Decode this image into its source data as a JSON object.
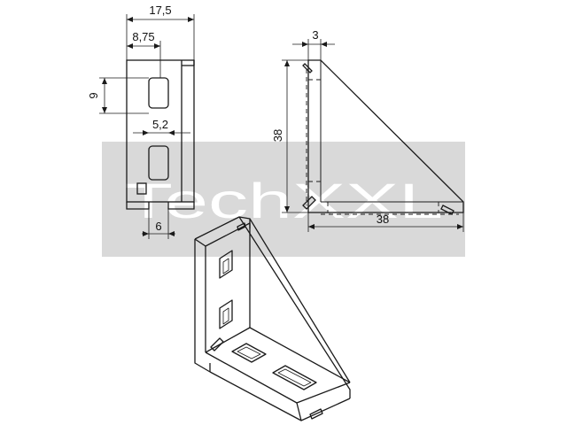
{
  "watermark": {
    "text": "TechXXL"
  },
  "side_view": {
    "dim_top_width": "17,5",
    "dim_slot_offset": "8,75",
    "dim_slot_height": "9",
    "dim_slot_width": "5,2",
    "dim_bottom_tab": "6"
  },
  "front_view": {
    "dim_thickness": "3",
    "dim_height": "38",
    "dim_width": "38"
  },
  "colors": {
    "line": "#1a1a1a",
    "watermark_band": "#d6d6d6",
    "watermark_text": "#ffffff"
  }
}
